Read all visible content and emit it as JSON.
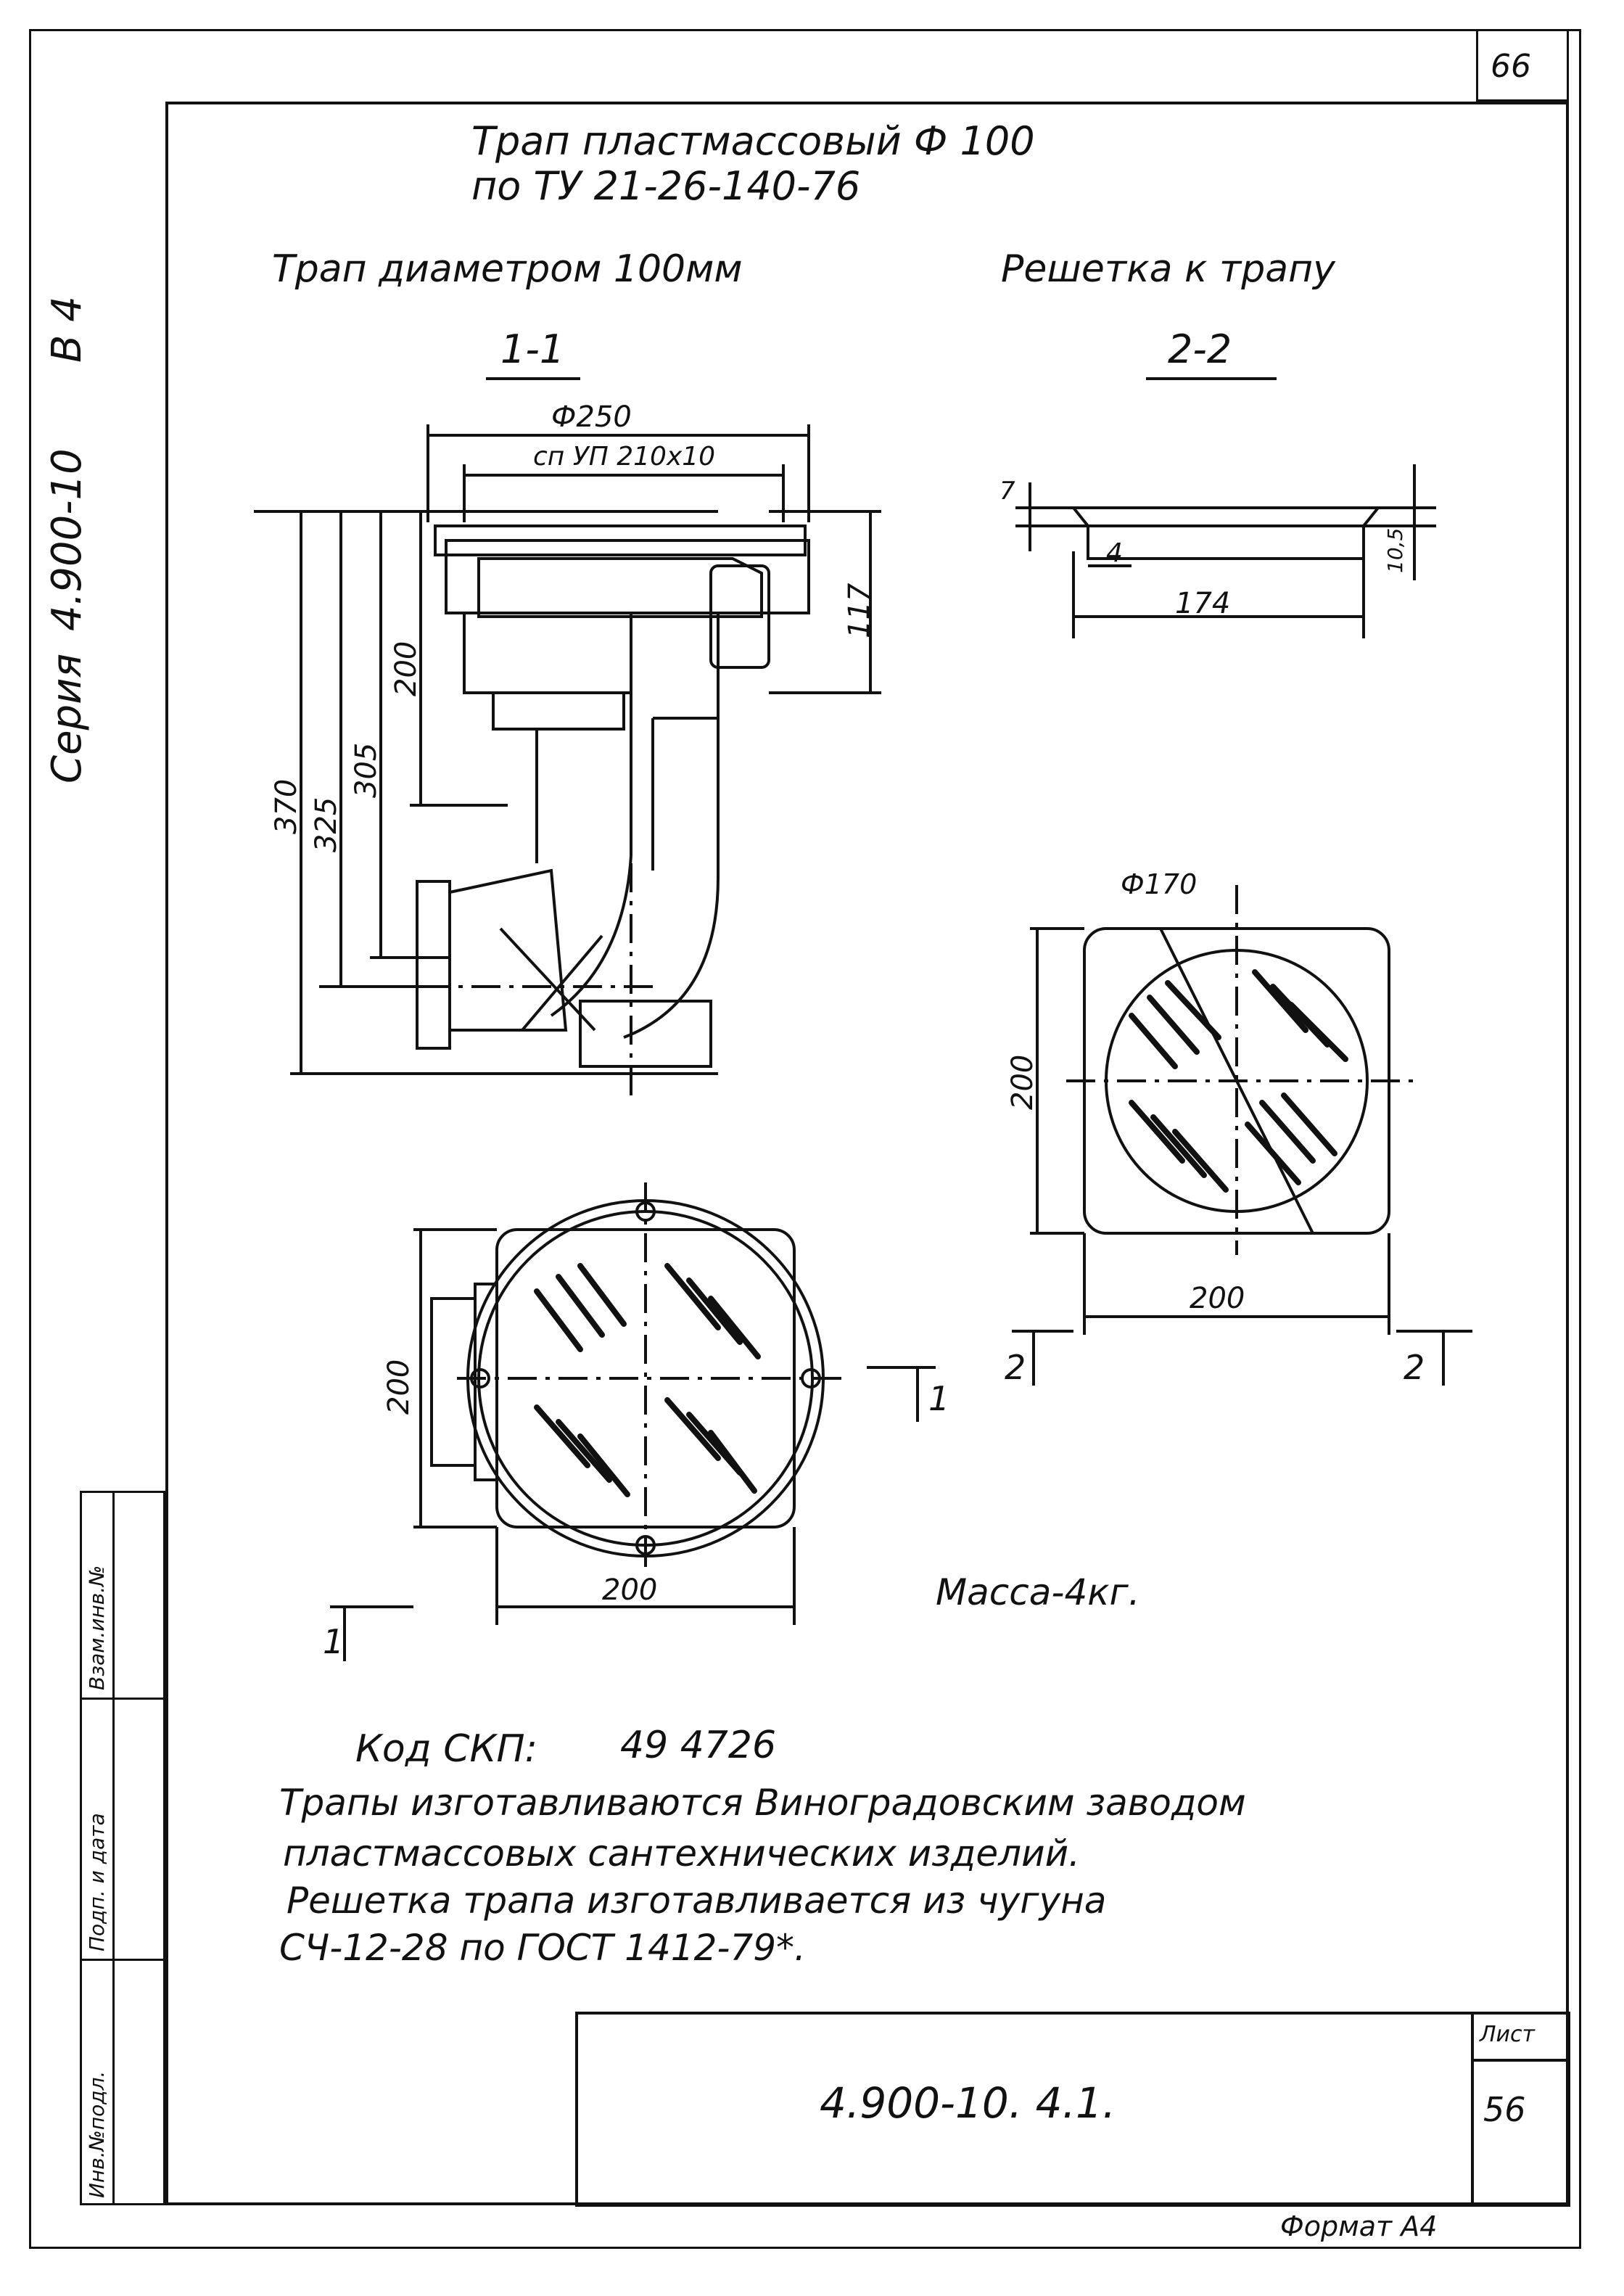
{
  "sheet_top_number": "66",
  "title_line1": "Трап пластмассовый Ф 100",
  "title_line2": "по ТУ 21-26-140-76",
  "left_heading": "Трап диаметром 100мм",
  "right_heading": "Решетка к трапу",
  "section_1": "1-1",
  "section_2": "2-2",
  "series_label": "Серия",
  "series_code": "4.900-10",
  "series_issue": "В 4",
  "dims": {
    "d250": "Ф250",
    "sp": "сп УП 210х10",
    "h117": "117",
    "h200": "200",
    "h305": "305",
    "h325": "325",
    "h370": "370",
    "g7": "7",
    "g4": "4",
    "g174": "174",
    "g105": "10,5",
    "d170": "Ф170",
    "gw200": "200",
    "gh200": "200",
    "pw200": "200",
    "ph200": "200"
  },
  "cut_marks": {
    "cut1": "1",
    "cut2_left": "2",
    "cut2_right": "2"
  },
  "mass": "Масса-4кг.",
  "kod_label": "Код СКП:",
  "kod_value": "49 4726",
  "note1": "Трапы изготавливаются Виноградовским заводом",
  "note2": "пластмассовых сантехнических изделий.",
  "note3": "Решетка трапа изготавливается из чугуна",
  "note4": "СЧ-12-28 по ГОСТ 1412-79*.",
  "stamp_code": "4.900-10. 4.1.",
  "stamp_sheet_label": "Лист",
  "stamp_sheet_number": "56",
  "format_label": "Формат А4",
  "side_stamp": {
    "c1": "Инв.№подл.",
    "c2": "Подп. и дата",
    "c3": "Взам.инв.№"
  }
}
